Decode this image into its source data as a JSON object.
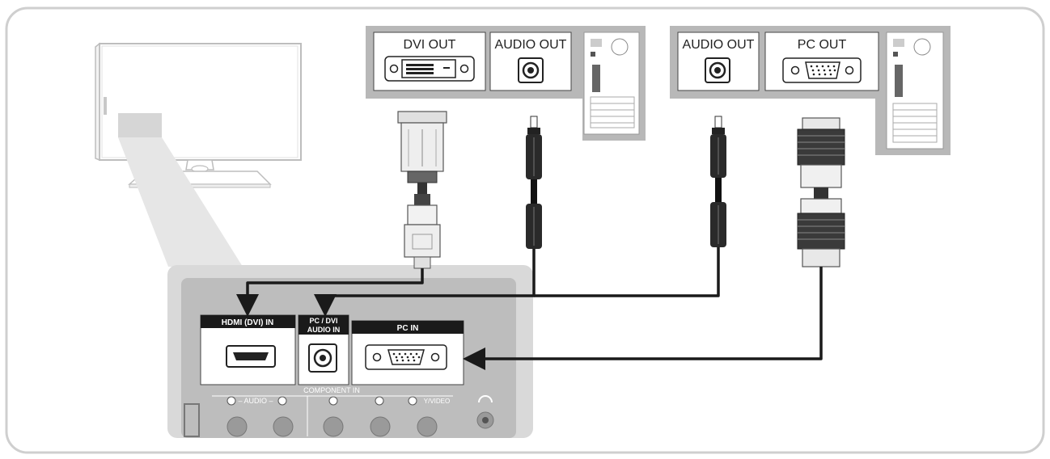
{
  "pc1": {
    "dvi_out_label": "DVI OUT",
    "audio_out_label": "AUDIO OUT"
  },
  "pc2": {
    "audio_out_label": "AUDIO OUT",
    "pc_out_label": "PC OUT"
  },
  "tv_panel": {
    "hdmi_in_label": "HDMI (DVI) IN",
    "pc_dvi_audio_in_line1": "PC / DVI",
    "pc_dvi_audio_in_line2": "AUDIO IN",
    "pc_in_label": "PC IN",
    "component_in_label": "COMPONENT IN",
    "audio_sub_label": "– AUDIO –",
    "y_label": "Y/VIDEO"
  },
  "colors": {
    "panel_bg": "#d9d9d9",
    "panel_inner": "#bdbdbd",
    "pc_frame": "#b8b8b8",
    "cable": "#1a1a1a",
    "border": "#cfcfcf"
  }
}
